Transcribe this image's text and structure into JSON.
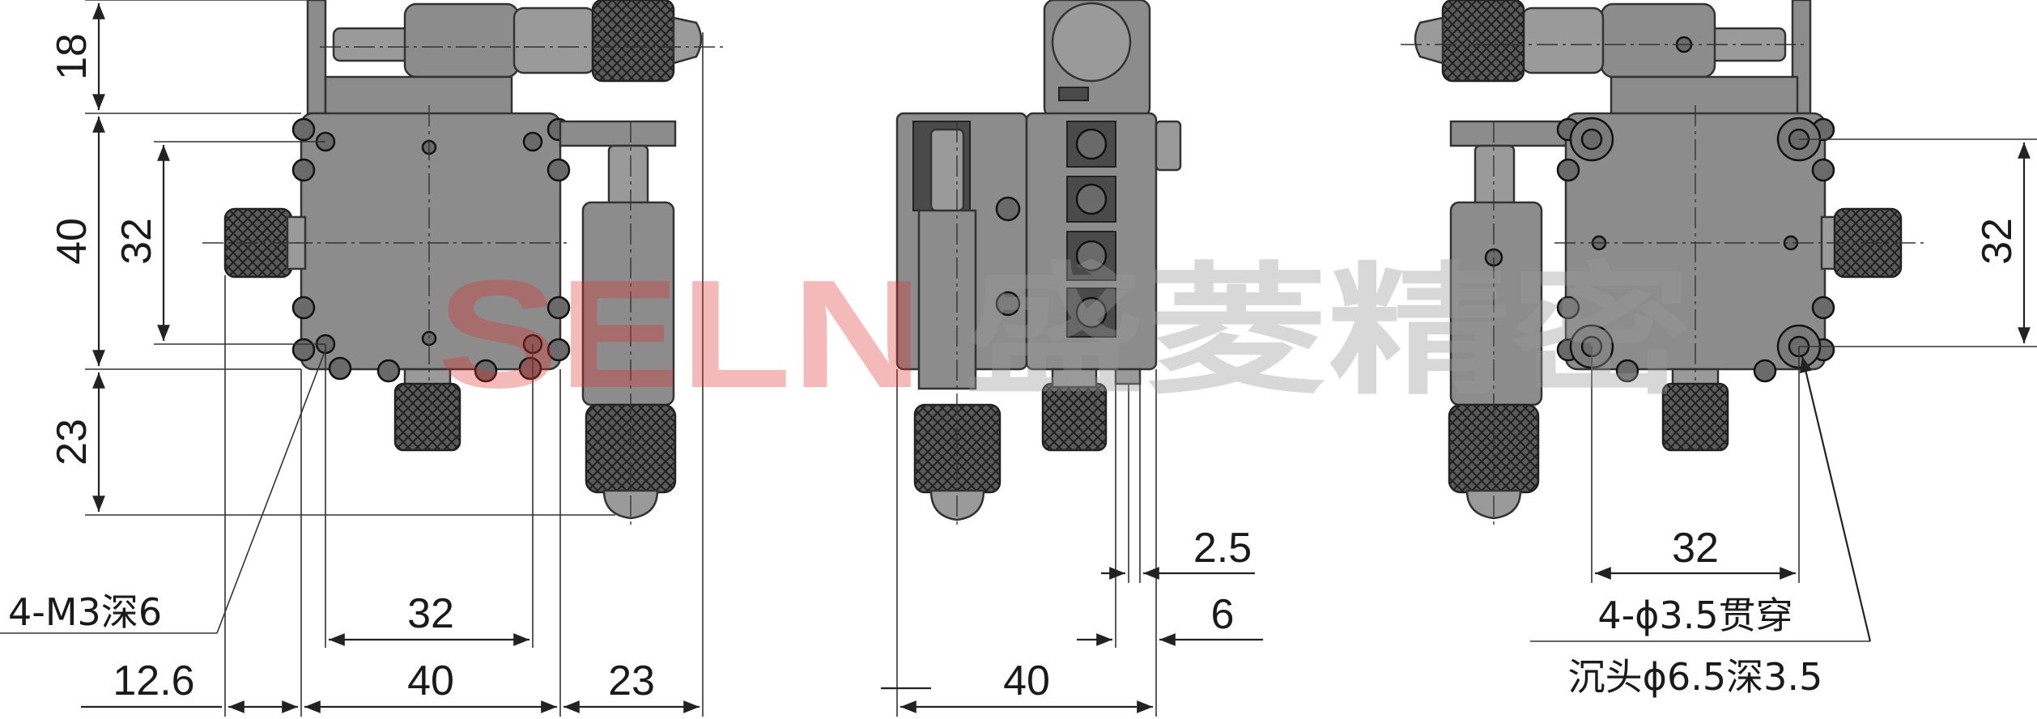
{
  "watermark": {
    "latin": "SELN",
    "chinese": "盛菱精密"
  },
  "front_view": {
    "dims": {
      "top_height": "18",
      "body_height": "40",
      "hole_pitch_v": "32",
      "bottom_height": "23",
      "hole_pitch_h": "32",
      "offset": "12.6",
      "body_width": "40",
      "right_width": "23"
    },
    "hole_note": "4-M3深6"
  },
  "side_view": {
    "dims": {
      "gap_a": "2.5",
      "gap_b": "6",
      "width": "40"
    }
  },
  "rear_view": {
    "dims": {
      "hole_pitch_v": "32",
      "hole_pitch_h": "32"
    },
    "hole_note_line1": "4-ϕ3.5贯穿",
    "hole_note_line2": "沉头ϕ6.5深3.5"
  }
}
